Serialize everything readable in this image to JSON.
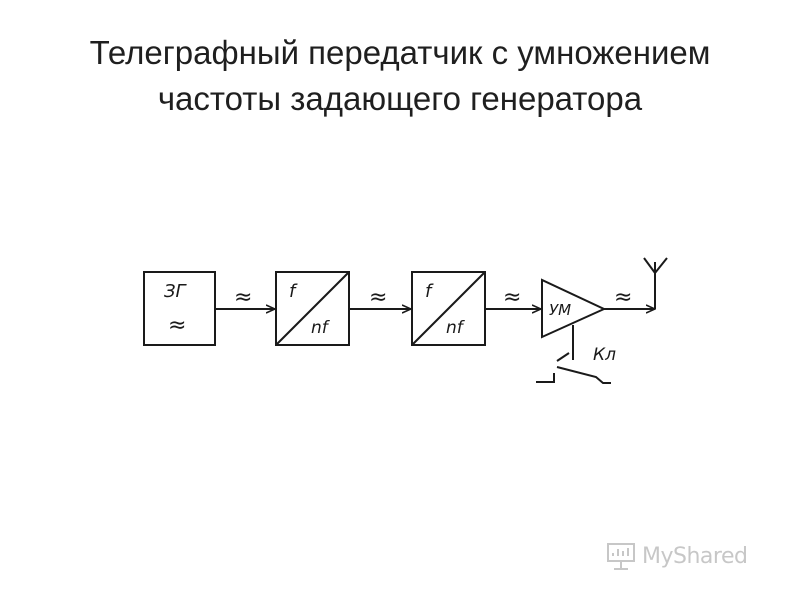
{
  "slide": {
    "title_line1": "Телеграфный передатчик с умножением",
    "title_line2": "частоты задающего генератора"
  },
  "diagram": {
    "generator_label": "ЗГ",
    "multiplier1_top": "f",
    "multiplier1_bottom": "nf",
    "multiplier2_top": "f",
    "multiplier2_bottom": "nf",
    "amplifier_label": "УМ",
    "key_label": "Кл",
    "wave_symbol": "≈"
  },
  "watermark": {
    "brand": "MyShared"
  }
}
